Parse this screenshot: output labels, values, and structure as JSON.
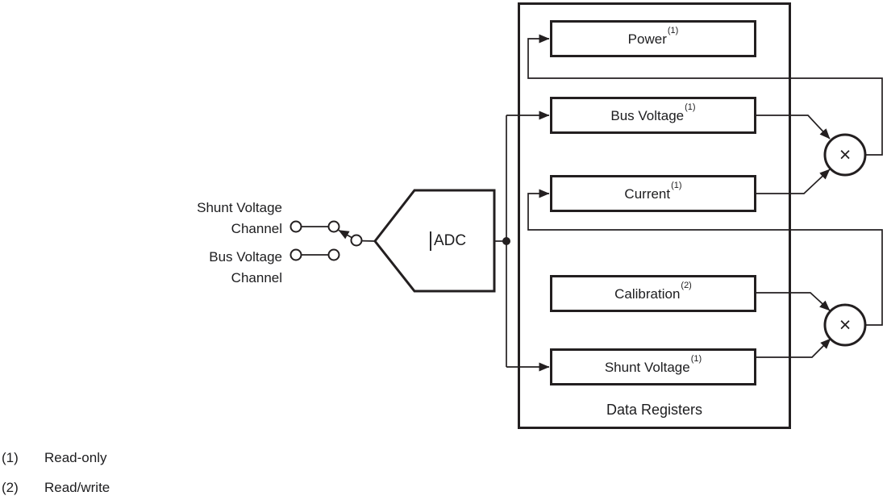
{
  "diagram": {
    "adc": {
      "label": "ADC"
    },
    "registers_group": {
      "label": "Data Registers"
    },
    "registers": [
      {
        "label": "Power",
        "note": "(1)"
      },
      {
        "label": "Bus Voltage",
        "note": "(1)"
      },
      {
        "label": "Current",
        "note": "(1)"
      },
      {
        "label": "Calibration",
        "note": "(2)"
      },
      {
        "label": "Shunt Voltage",
        "note": "(1)"
      }
    ],
    "channel_labels": [
      {
        "line1": "Shunt Voltage",
        "line2": "Channel"
      },
      {
        "line1": "Bus Voltage",
        "line2": "Channel"
      }
    ],
    "multipliers": [
      {
        "symbol": "×"
      },
      {
        "symbol": "×"
      }
    ],
    "footnotes": [
      {
        "marker": "(1)",
        "text": "Read-only"
      },
      {
        "marker": "(2)",
        "text": "Read/write"
      }
    ],
    "colors": {
      "line": "#231f20",
      "text": "#1d1d1f",
      "background": "#ffffff"
    }
  }
}
